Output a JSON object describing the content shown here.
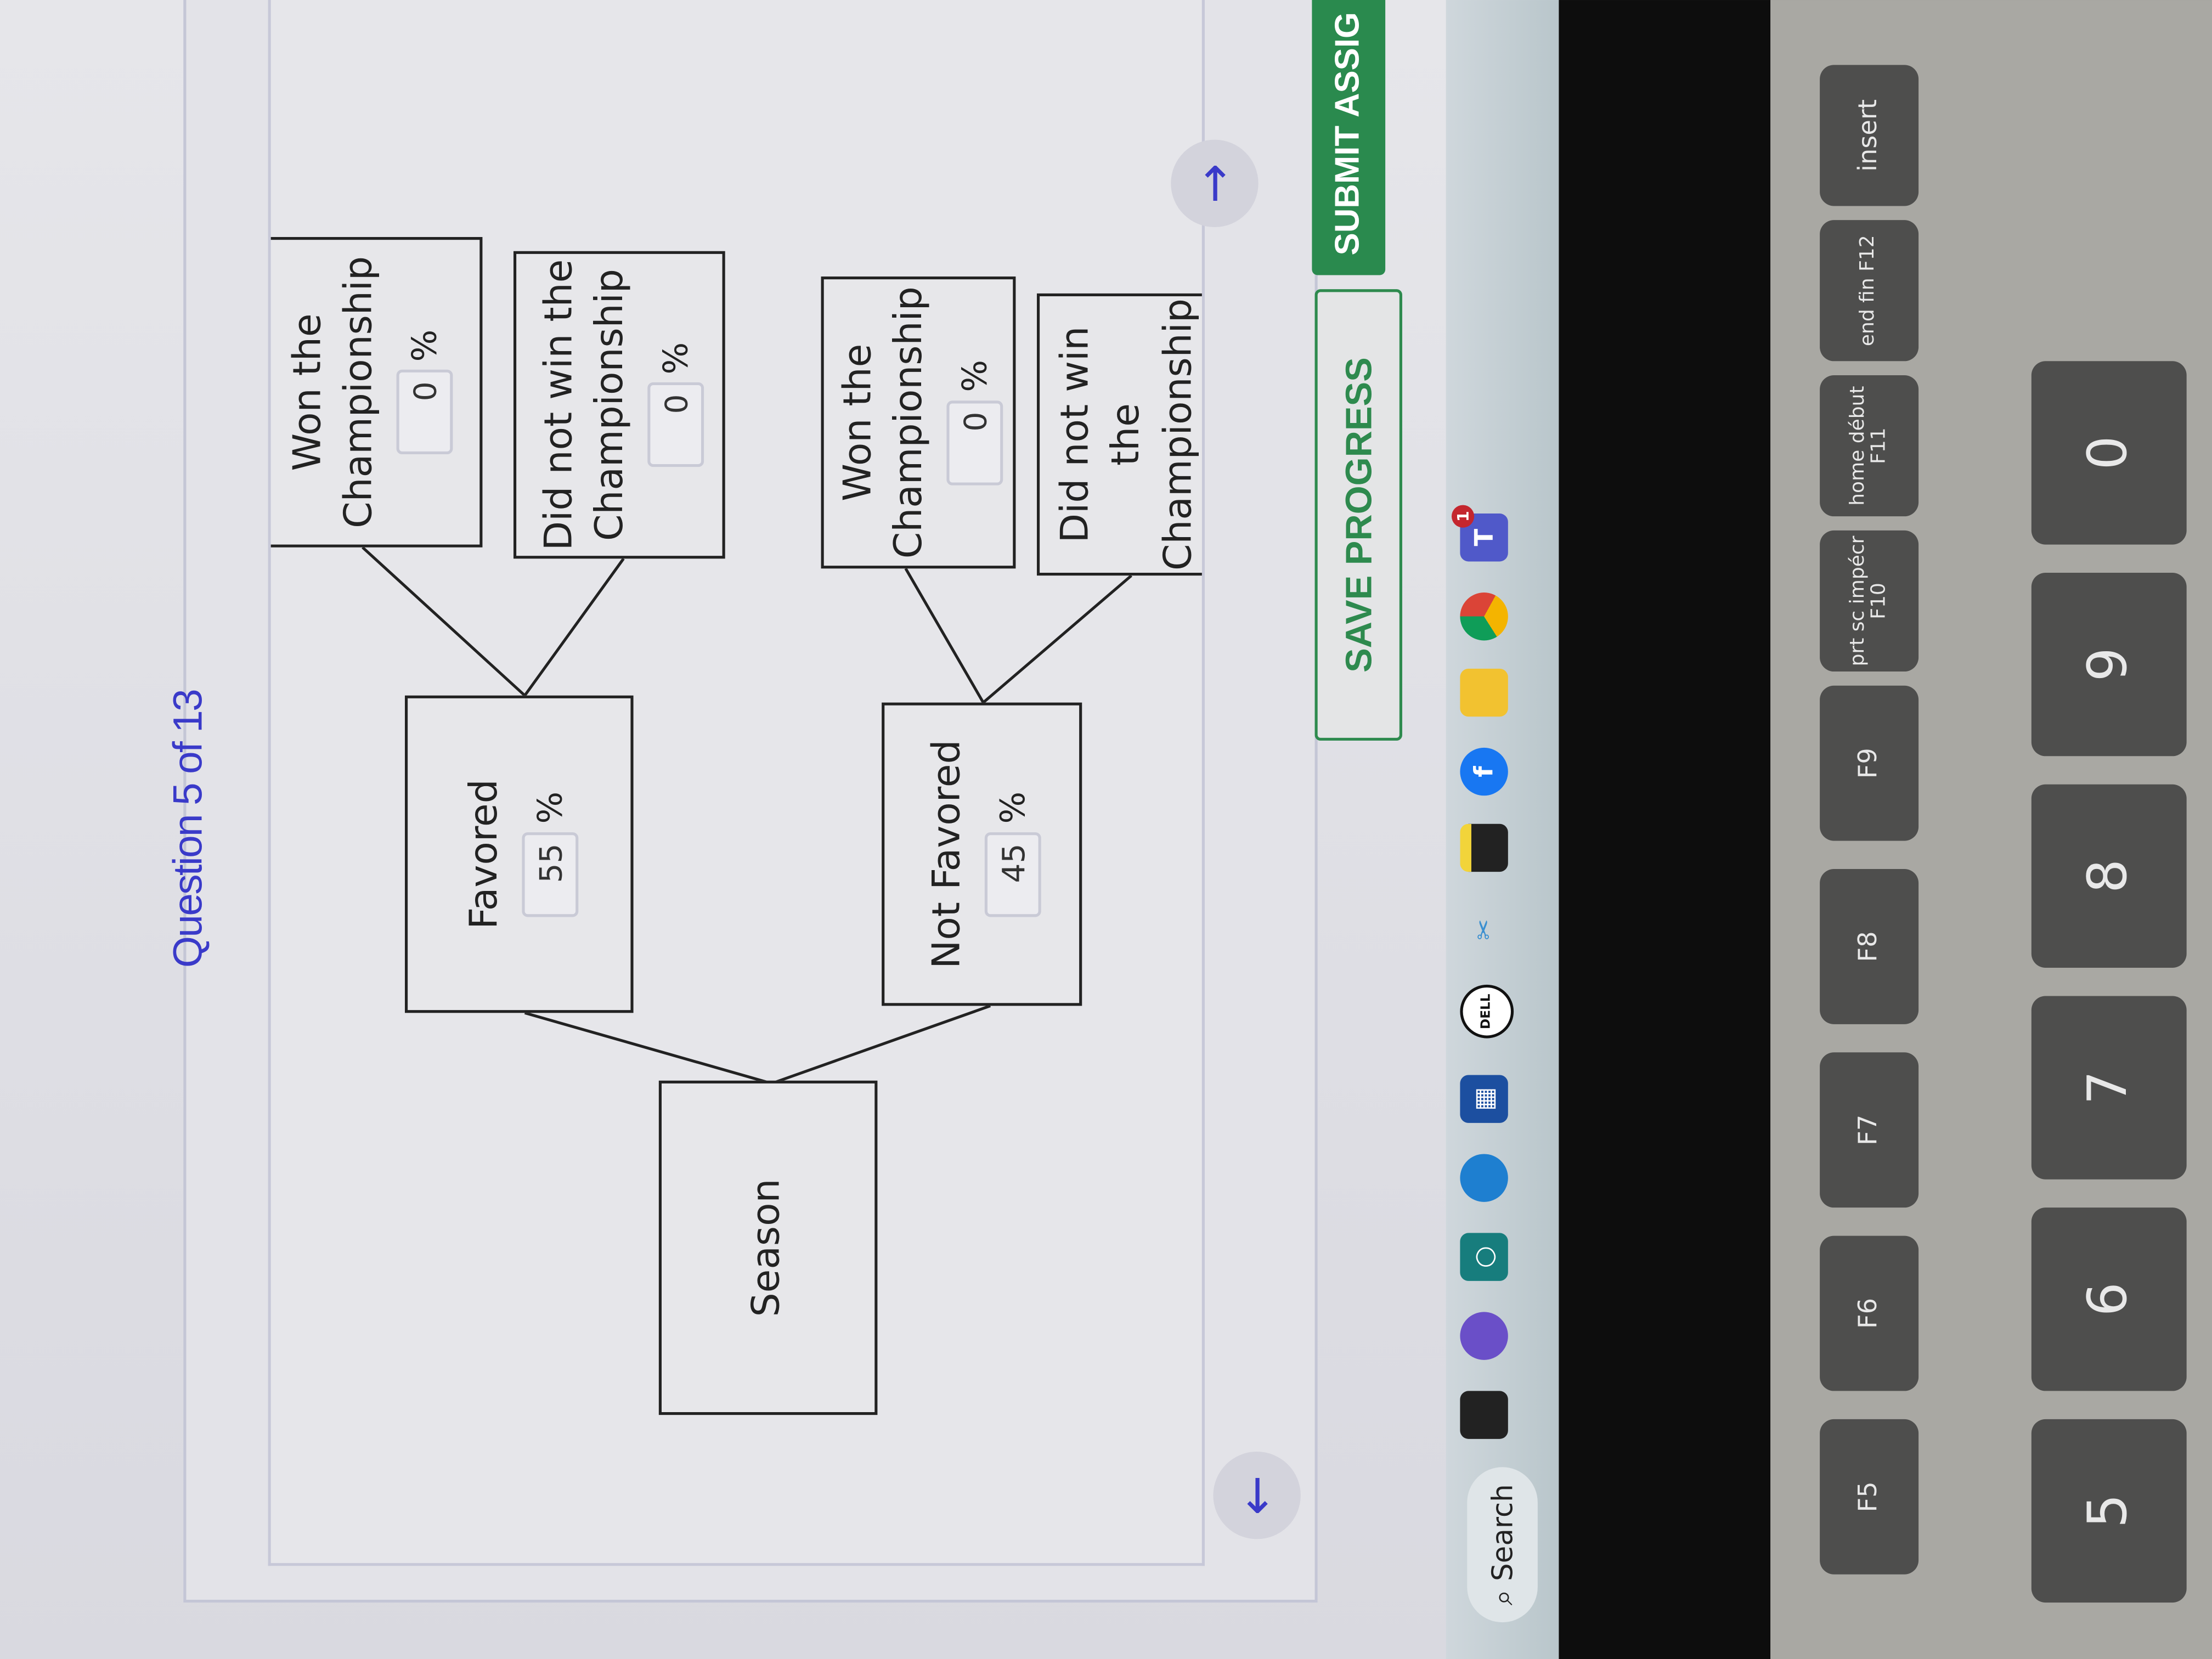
{
  "question": {
    "title": "Question 5 of 13"
  },
  "tree": {
    "root": {
      "label": "Season"
    },
    "branches": [
      {
        "label": "Favored",
        "value": "55",
        "unit": "%",
        "children": [
          {
            "label": "Won the Championship",
            "value": "0",
            "unit": "%"
          },
          {
            "label": "Did not win the Championship",
            "value": "0",
            "unit": "%"
          }
        ]
      },
      {
        "label": "Not Favored",
        "value": "45",
        "unit": "%",
        "children": [
          {
            "label": "Won the Championship",
            "value": "0",
            "unit": "%"
          },
          {
            "label": "Did not win the Championship",
            "value": "0",
            "unit": "%"
          }
        ]
      }
    ]
  },
  "nav": {
    "prev_icon": "arrow-left-icon",
    "next_icon": "arrow-right-icon",
    "prev": "←",
    "next": "→"
  },
  "actions": {
    "save": "SAVE PROGRESS",
    "submit": "SUBMIT ASSIG"
  },
  "taskbar": {
    "search": "Search",
    "icons": [
      "task-view-icon",
      "teams-chat-icon",
      "cortana-icon",
      "edge-icon",
      "microsoft-store-icon",
      "dell-icon",
      "snipping-tool-icon",
      "sticky-notes-icon",
      "facebook-icon",
      "file-explorer-icon",
      "chrome-icon",
      "teams-icon"
    ],
    "dell": "DELL",
    "teams_badge": "1"
  },
  "keyboard": {
    "function_keys": [
      "F5",
      "F6",
      "F7",
      "F8",
      "F9",
      "prt sc impécr F10",
      "home début F11",
      "end fin F12",
      "insert"
    ],
    "number_keys": [
      "5",
      "6",
      "7",
      "8",
      "9",
      "0"
    ]
  },
  "colors": {
    "accent": "#3a3ac9",
    "submit": "#2a8a4e",
    "save_text": "#2e8a4e"
  }
}
